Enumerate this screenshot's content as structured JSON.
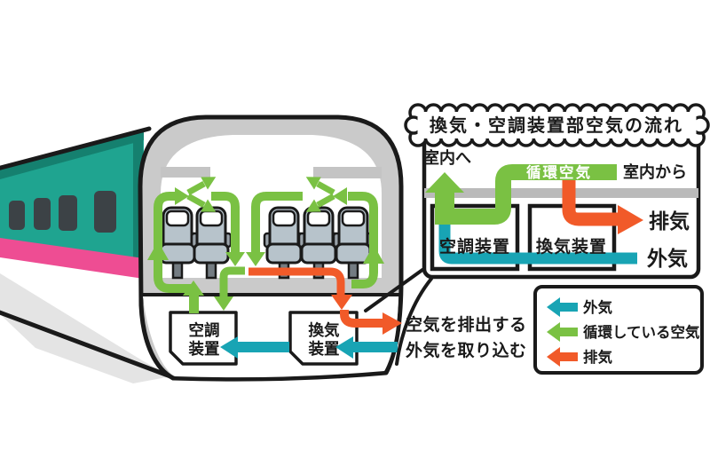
{
  "detail_panel": {
    "title": "換気・空調装置部空気の流れ",
    "to_room": "室内へ",
    "from_room": "室内から",
    "circulating_air": "循環空気",
    "exhaust": "排気",
    "outside_air": "外気",
    "ac_unit": "空調装置",
    "vent_unit": "換気装置"
  },
  "train_section": {
    "ac_unit": [
      "空調",
      "装置"
    ],
    "vent_unit": [
      "換気",
      "装置"
    ],
    "exhaust_note": "空気を排出する",
    "intake_note": "外気を取り込む"
  },
  "legend": {
    "items": [
      {
        "label": "外気",
        "color": "#18a4b4"
      },
      {
        "label": "循環している空気",
        "color": "#7ac143"
      },
      {
        "label": "排気",
        "color": "#f15a29"
      }
    ]
  },
  "colors": {
    "green": "#7ac143",
    "orange": "#f15a29",
    "teal": "#18a4b4",
    "train_body_teal": "#1fa490",
    "train_body_teal_dark": "#15806f",
    "train_stripe_pink": "#ee4d93",
    "wall_gray": "#cacaca",
    "bar_gray": "#bababa",
    "outline": "#1a1a1a"
  }
}
